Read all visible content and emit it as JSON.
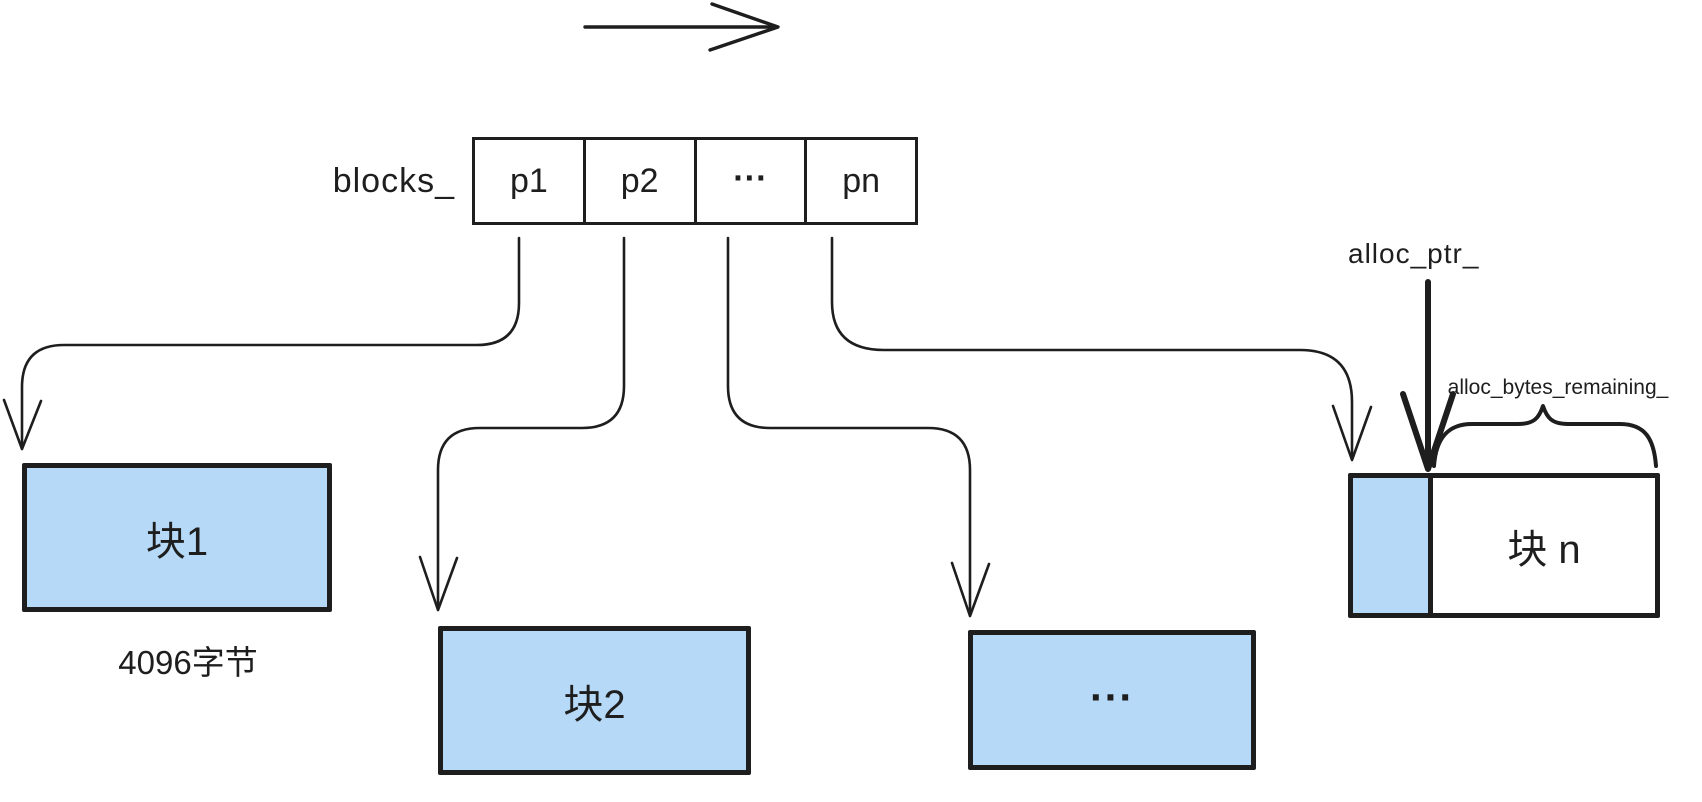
{
  "diagram": {
    "title_hint": "memory allocator blocks diagram",
    "blocks_label": "blocks_",
    "pointer_array": {
      "cells": [
        {
          "label": "p1"
        },
        {
          "label": "p2"
        },
        {
          "label": "..."
        },
        {
          "label": "pn"
        }
      ]
    },
    "blocks": [
      {
        "label": "块1",
        "caption": "4096字节"
      },
      {
        "label": "块2"
      },
      {
        "label": "..."
      },
      {
        "label": "块 n"
      }
    ],
    "annotations": {
      "alloc_ptr_label": "alloc_ptr_",
      "alloc_bytes_remaining_label": "alloc_bytes_remaining_"
    },
    "icons": {
      "top_arrow": "right-arrow",
      "pointer_arrows": "down-arrow",
      "alloc_ptr_arrow": "thick-down-arrow",
      "remaining_span": "curly-brace"
    },
    "colors": {
      "background": "#ffffff",
      "stroke": "#1e1e1e",
      "block_fill": "#b5d9f6"
    }
  }
}
